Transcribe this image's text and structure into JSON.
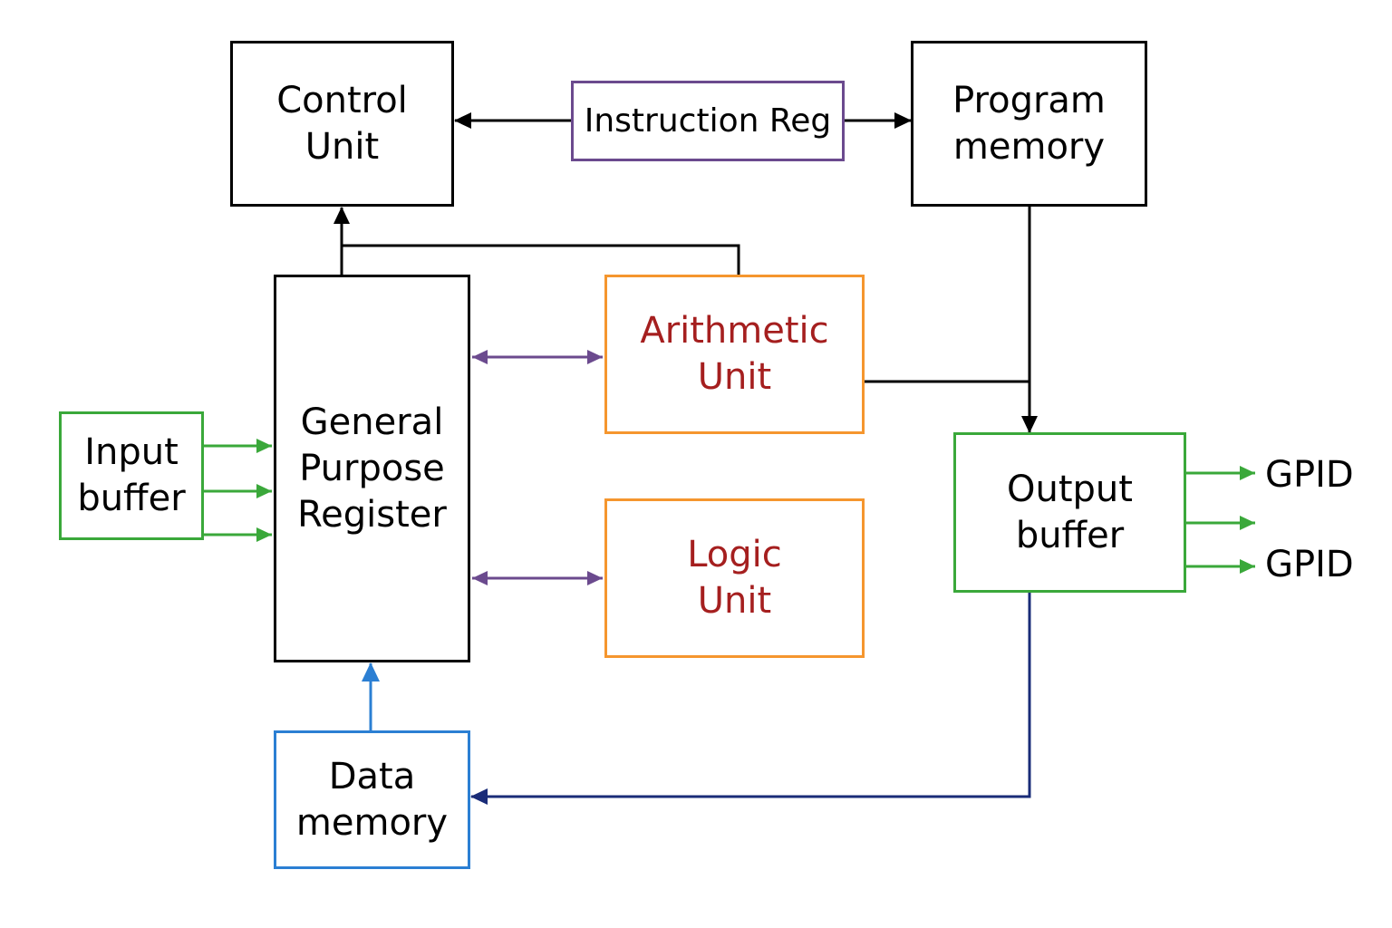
{
  "colors": {
    "black": "#000000",
    "purple": "#6b4a8e",
    "orange": "#f5962e",
    "red_text": "#a51f1f",
    "green": "#3aa83a",
    "blue": "#2b7fd3",
    "navy": "#1a2c78"
  },
  "blocks": {
    "control_unit": "Control\nUnit",
    "instruction_reg": "Instruction Reg",
    "program_memory": "Program\nmemory",
    "general_purpose_register": "General\nPurpose\nRegister",
    "arithmetic_unit": "Arithmetic\nUnit",
    "logic_unit": "Logic\nUnit",
    "input_buffer": "Input\nbuffer",
    "output_buffer": "Output\nbuffer",
    "data_memory": "Data\nmemory"
  },
  "outputs": {
    "gpid_top": "GPID",
    "gpid_bottom": "GPID"
  }
}
